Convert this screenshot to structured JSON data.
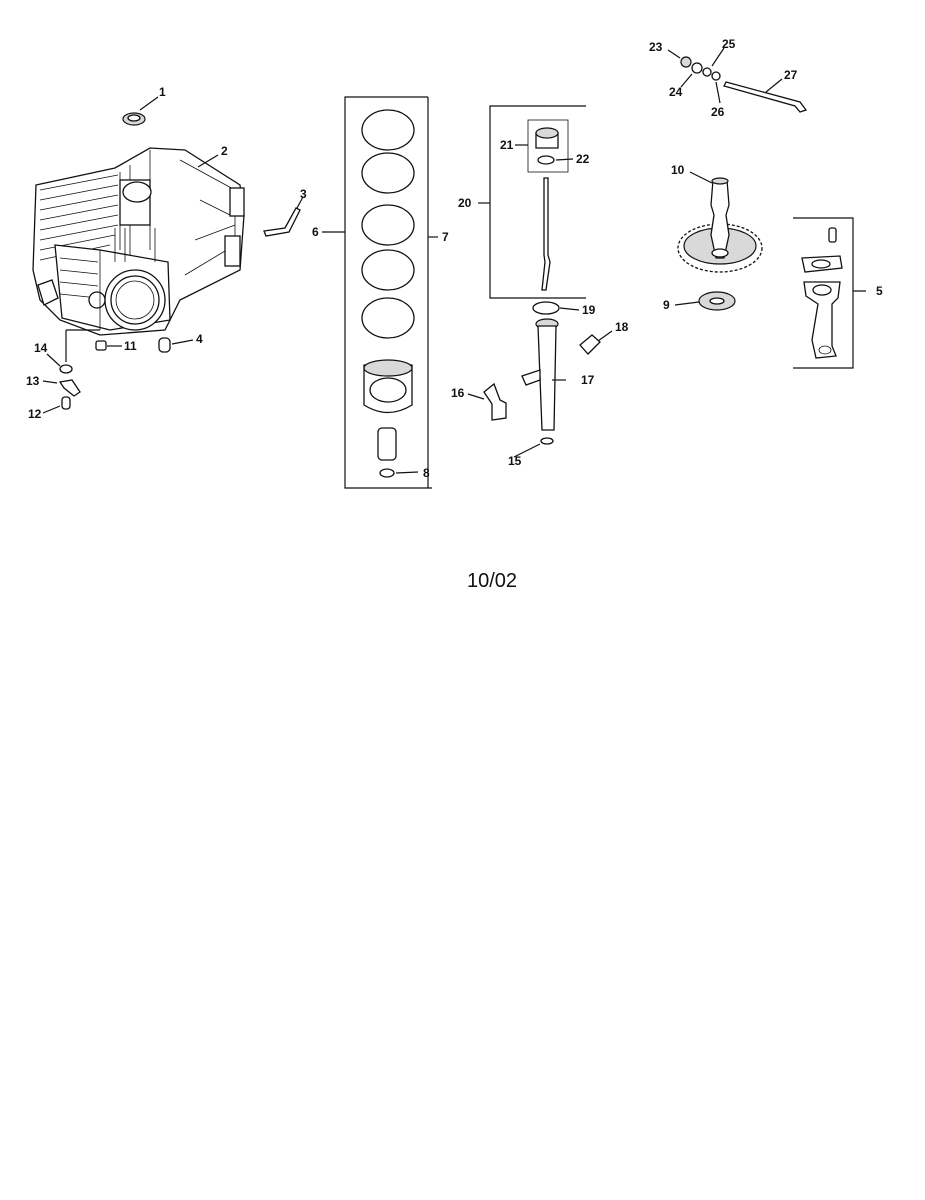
{
  "diagram": {
    "callouts": {
      "c1": "1",
      "c2": "2",
      "c3": "3",
      "c4": "4",
      "c5": "5",
      "c6": "6",
      "c7": "7",
      "c8": "8",
      "c9": "9",
      "c10": "10",
      "c11": "11",
      "c12": "12",
      "c13": "13",
      "c14": "14",
      "c15": "15",
      "c16": "16",
      "c17": "17",
      "c18": "18",
      "c19": "19",
      "c20": "20",
      "c21": "21",
      "c22": "22",
      "c23": "23",
      "c24": "24",
      "c25": "25",
      "c26": "26",
      "c27": "27"
    },
    "date_code": "10/02"
  }
}
